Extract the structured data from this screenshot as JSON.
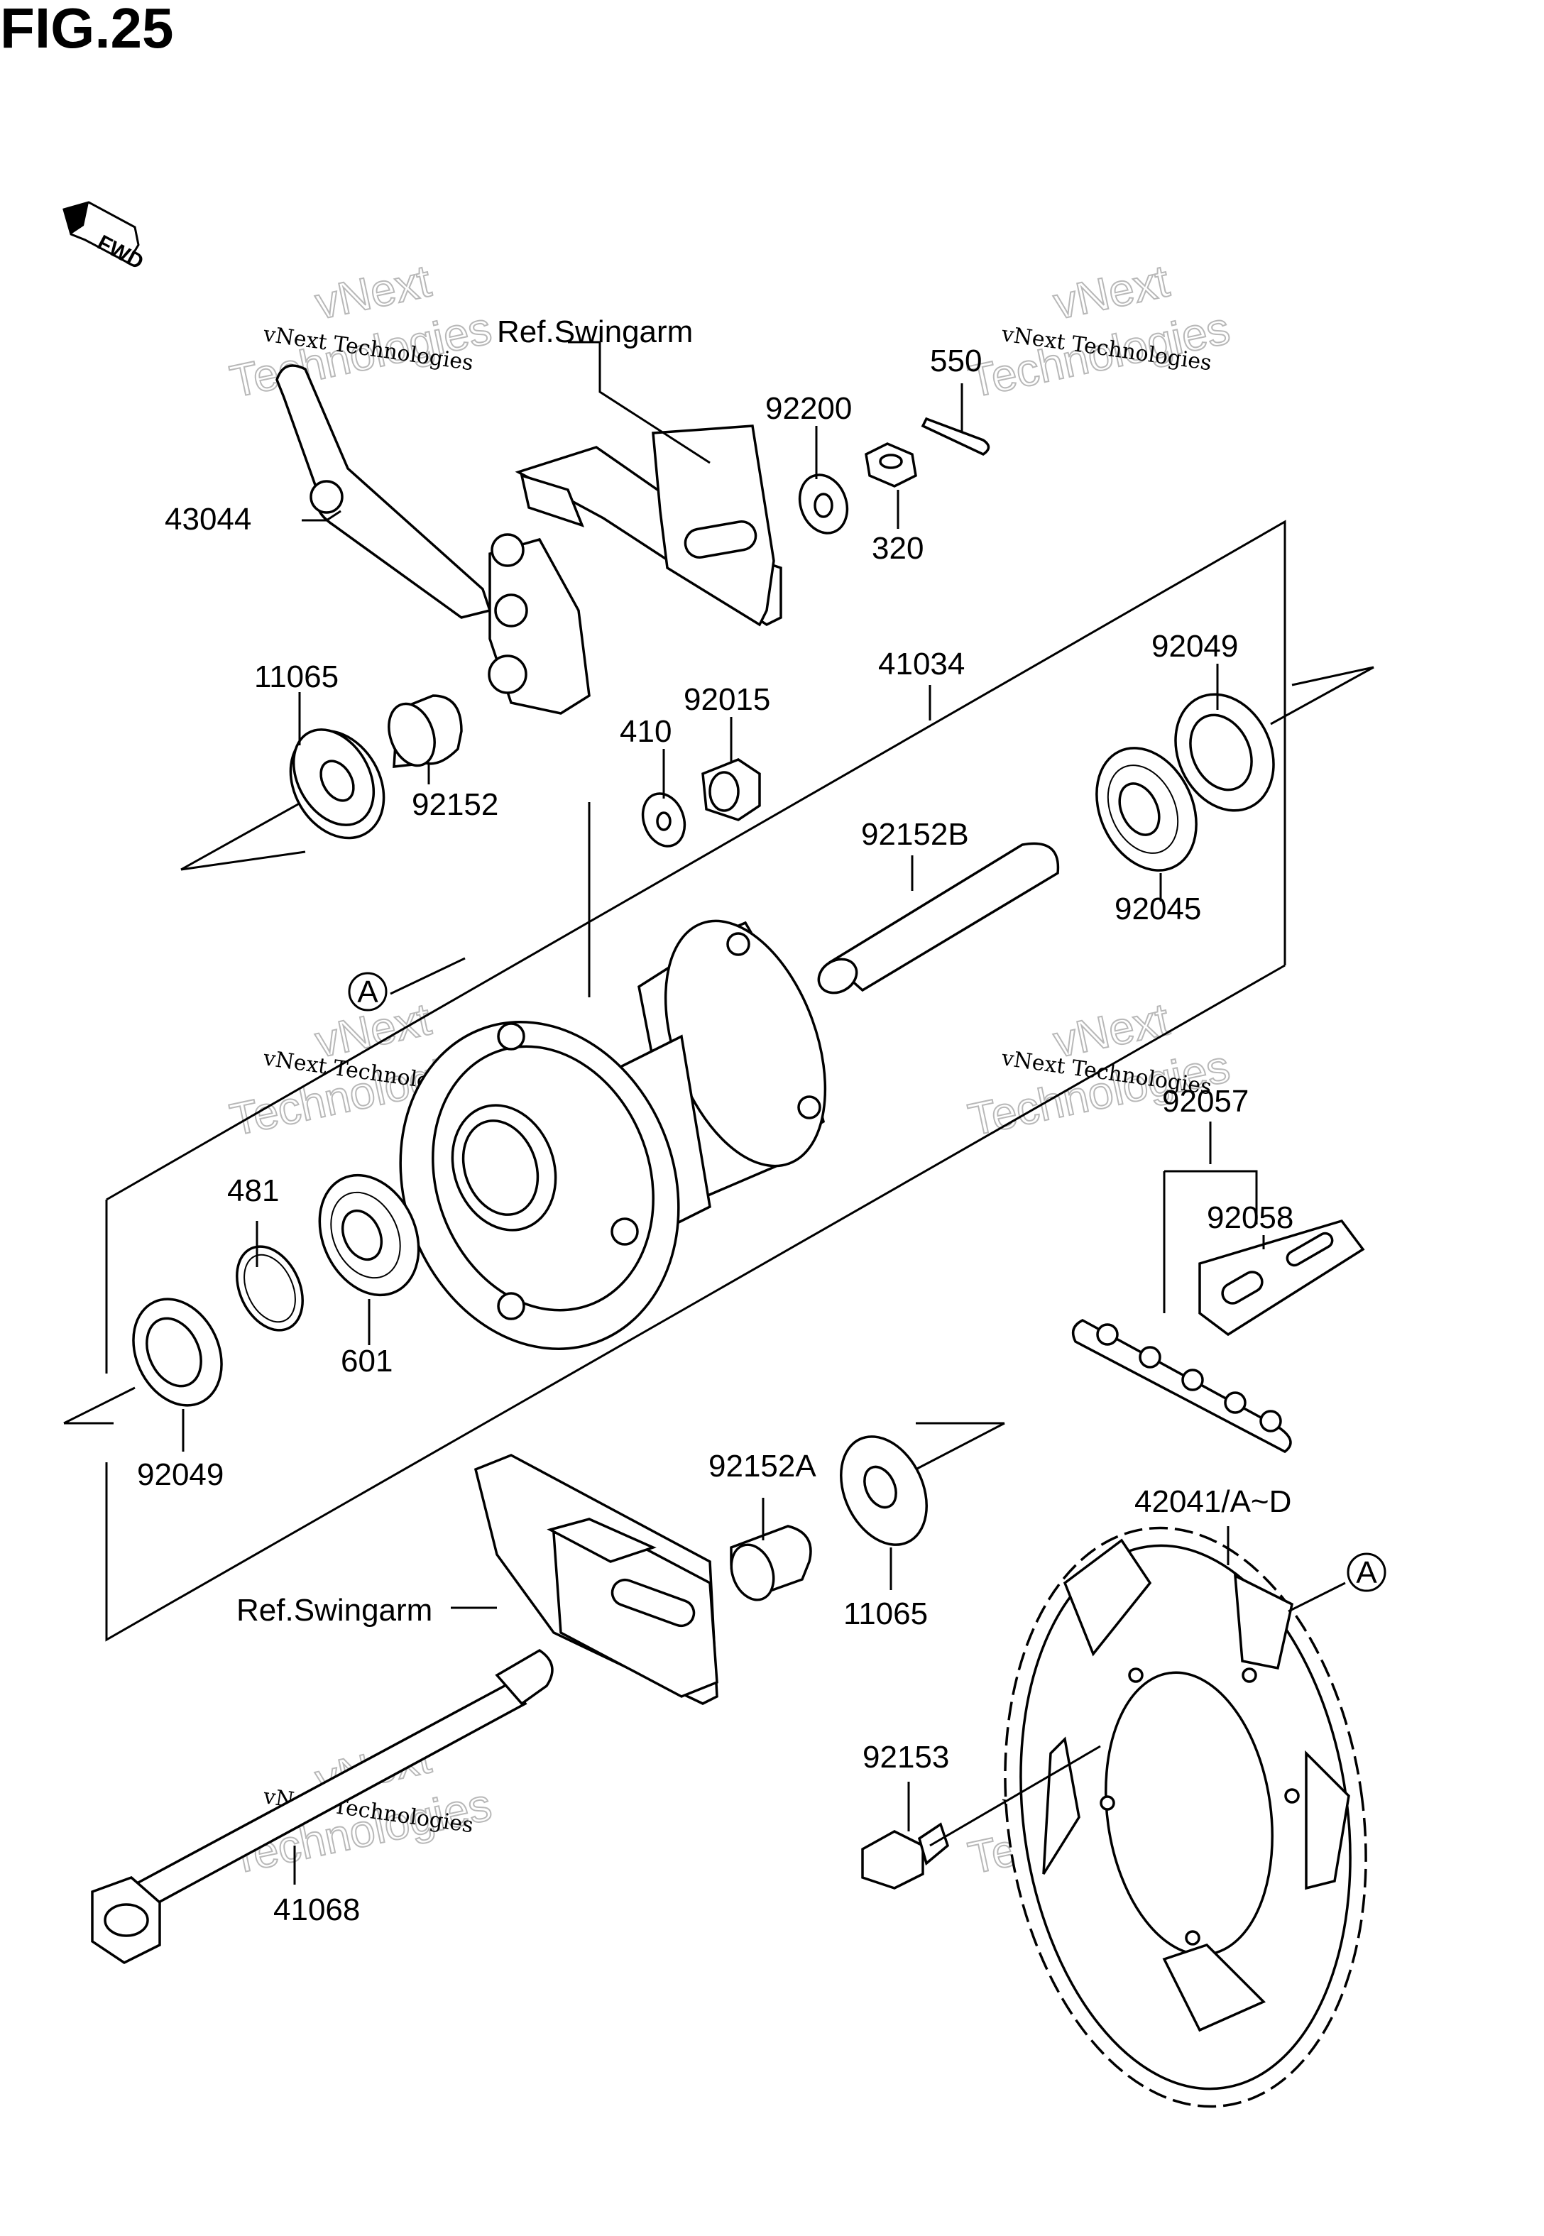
{
  "figure": {
    "title": "FIG.25",
    "fwd": "FWD"
  },
  "watermark": {
    "line1": "vNext Technologies",
    "line2": "vNext",
    "line3": "Technologies"
  },
  "labels": {
    "ref_swingarm_top": "Ref.Swingarm",
    "ref_swingarm_bottom": "Ref.Swingarm",
    "p43044": "43044",
    "p11065_top": "11065",
    "p92152": "92152",
    "p92200": "92200",
    "p550": "550",
    "p320": "320",
    "p410": "410",
    "p92015": "92015",
    "p41034": "41034",
    "p92049_top": "92049",
    "p92152b": "92152B",
    "p92045": "92045",
    "ref_a_left": "A",
    "ref_a_right": "A",
    "p92057": "92057",
    "p92058": "92058",
    "p481": "481",
    "p601": "601",
    "p92049_bottom": "92049",
    "p92152a": "92152A",
    "p11065_bottom": "11065",
    "p42041": "42041/A~D",
    "p92153": "92153",
    "p41068": "41068"
  }
}
